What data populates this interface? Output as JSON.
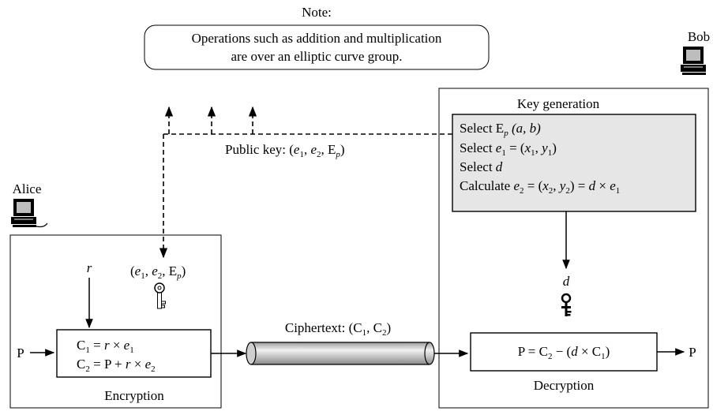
{
  "note": {
    "title": "Note:",
    "line1": "Operations such as addition and multiplication",
    "line2": "are over an elliptic curve group."
  },
  "parties": {
    "alice": "Alice",
    "bob": "Bob"
  },
  "public_key": {
    "label": "Public key: (",
    "e": "e",
    "E": "E",
    "p": "p",
    "sub1": "1",
    "sub2": "2"
  },
  "key_generation": {
    "title": "Key generation",
    "select": "Select",
    "calculate": "Calculate",
    "a_b": "(a, b)",
    "x1y1": "(x",
    "d": "d",
    "times": "×"
  },
  "encryption": {
    "title": "Encryption",
    "r": "r",
    "P": "P",
    "C": "C"
  },
  "ciphertext": {
    "label": "Ciphertext: (C"
  },
  "decryption": {
    "title": "Decryption",
    "P": "P",
    "output": "P",
    "d": "d"
  },
  "colors": {
    "keygen_fill": "#e6e6e6",
    "pipe_light": "#f2f2f2",
    "pipe_dark": "#9a9a9a"
  },
  "icons": [
    "computer-icon",
    "key-icon"
  ]
}
